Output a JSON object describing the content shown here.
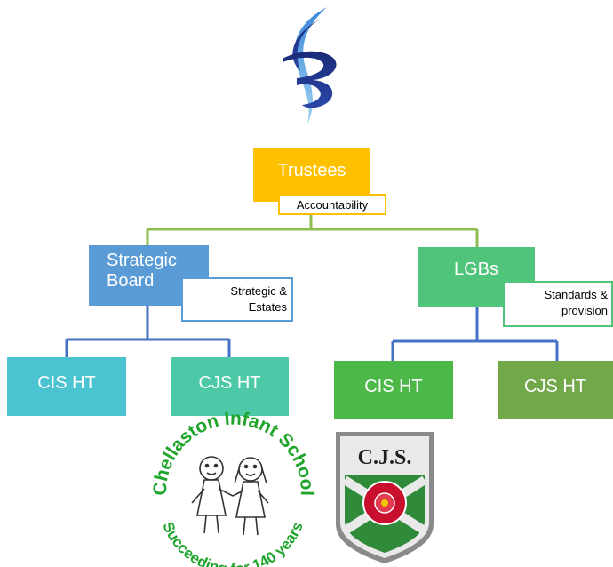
{
  "colors": {
    "trustees": "#FFC000",
    "strategic_board": "#5B9BD5",
    "lgbs": "#4FC47A",
    "cis_ht_left": "#4BC3D0",
    "cjs_ht_left": "#4DC9A8",
    "cis_ht_right": "#4CB848",
    "cjs_ht_right": "#71A84A",
    "connector_green": "#8DBE4F",
    "connector_blue": "#4472C4"
  },
  "nodes": {
    "trustees": {
      "label": "Trustees",
      "tag": "Accountability"
    },
    "strategic_board": {
      "label_line1": "Strategic",
      "label_line2": "Board",
      "tag_line1": "Strategic &",
      "tag_line2": "Estates"
    },
    "lgbs": {
      "label": "LGBs",
      "tag_line1": "Standards &",
      "tag_line2": "provision"
    },
    "cis_ht_left": {
      "label": "CIS HT"
    },
    "cjs_ht_left": {
      "label": "CJS HT"
    },
    "cis_ht_right": {
      "label": "CIS HT"
    },
    "cjs_ht_right": {
      "label": "CJS HT"
    }
  },
  "logos": {
    "infant_school_name": "Chellaston Infant School",
    "infant_school_motto": "Succeeding for 140 years",
    "junior_school_initials": "C.J.S."
  }
}
